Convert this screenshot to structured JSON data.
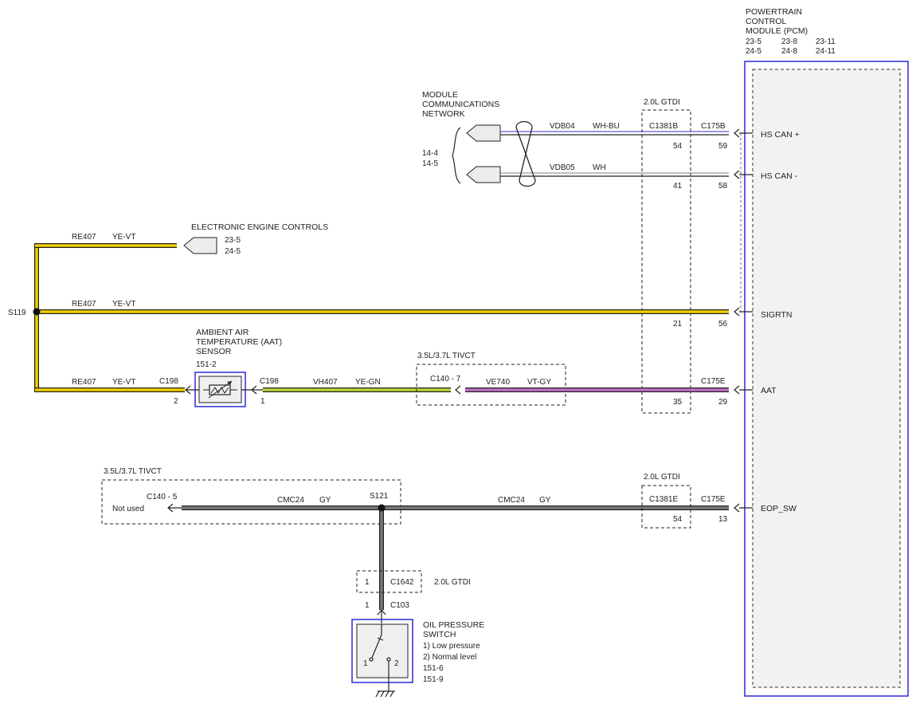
{
  "pcm": {
    "title_lines": [
      "POWERTRAIN",
      "CONTROL",
      "MODULE (PCM)"
    ],
    "ref_row1": [
      "23-5",
      "23-8",
      "23-11"
    ],
    "ref_row2": [
      "24-5",
      "24-8",
      "24-11"
    ],
    "pins": [
      "HS CAN +",
      "HS CAN -",
      "SIGRTN",
      "AAT",
      "EOP_SW"
    ]
  },
  "network": {
    "title_lines": [
      "MODULE",
      "COMMUNICATIONS",
      "NETWORK"
    ],
    "refs": [
      "14-4",
      "14-5"
    ],
    "circuit1": "VDB04",
    "color1": "WH-BU",
    "circuit2": "VDB05",
    "color2": "WH"
  },
  "gtdi_box1": {
    "label": "2.0L GTDI",
    "connector": "C1381B",
    "pins": [
      "54",
      "41",
      "21",
      "35"
    ]
  },
  "c175b": {
    "label": "C175B",
    "pins": [
      "59",
      "58",
      "56"
    ]
  },
  "eec": {
    "title": "ELECTRONIC ENGINE CONTROLS",
    "refs": [
      "23-5",
      "24-5"
    ]
  },
  "wires": {
    "re407_circuit": "RE407",
    "re407_color": "YE-VT",
    "splice_s119": "S119",
    "vh407_circuit": "VH407",
    "vh407_color": "YE-GN",
    "ve740_circuit": "VE740",
    "ve740_color": "VT-GY",
    "cmc24_circuit": "CMC24",
    "cmc24_color": "GY",
    "splice_s121": "S121"
  },
  "aat_sensor": {
    "title_lines": [
      "AMBIENT AIR",
      "TEMPERATURE (AAT)",
      "SENSOR"
    ],
    "ref": "151-2",
    "connector": "C198",
    "pin_left": "2",
    "pin_right": "1"
  },
  "tivct_box1": {
    "label": "3.5L/3.7L TIVCT",
    "connector": "C140 -  7"
  },
  "c175e": {
    "label": "C175E",
    "pin_aat": "29",
    "pin_eop": "13"
  },
  "tivct_box2": {
    "label": "3.5L/3.7L TIVCT",
    "connector": "C140 - 5",
    "not_used": "Not used"
  },
  "gtdi_box2": {
    "label": "2.0L GTDI",
    "connector": "C1381E",
    "pin": "54"
  },
  "c1642": {
    "pin": "1",
    "connector": "C1642",
    "label": "2.0L GTDI"
  },
  "oil_switch": {
    "pin": "1",
    "connector": "C103",
    "title_lines": [
      "OIL PRESSURE",
      "SWITCH"
    ],
    "states": [
      "1) Low pressure",
      "2) Normal level"
    ],
    "refs": [
      "151-6",
      "151-9"
    ],
    "pin_a": "1",
    "pin_b": "2"
  },
  "colors": {
    "yellow_wire": "#f0d000",
    "yellow_green_wire": "#b8d838",
    "violet_gray_wire": "#c070c8",
    "gray_wire": "#7a7a7a",
    "module_border": "#2a2ad8"
  }
}
